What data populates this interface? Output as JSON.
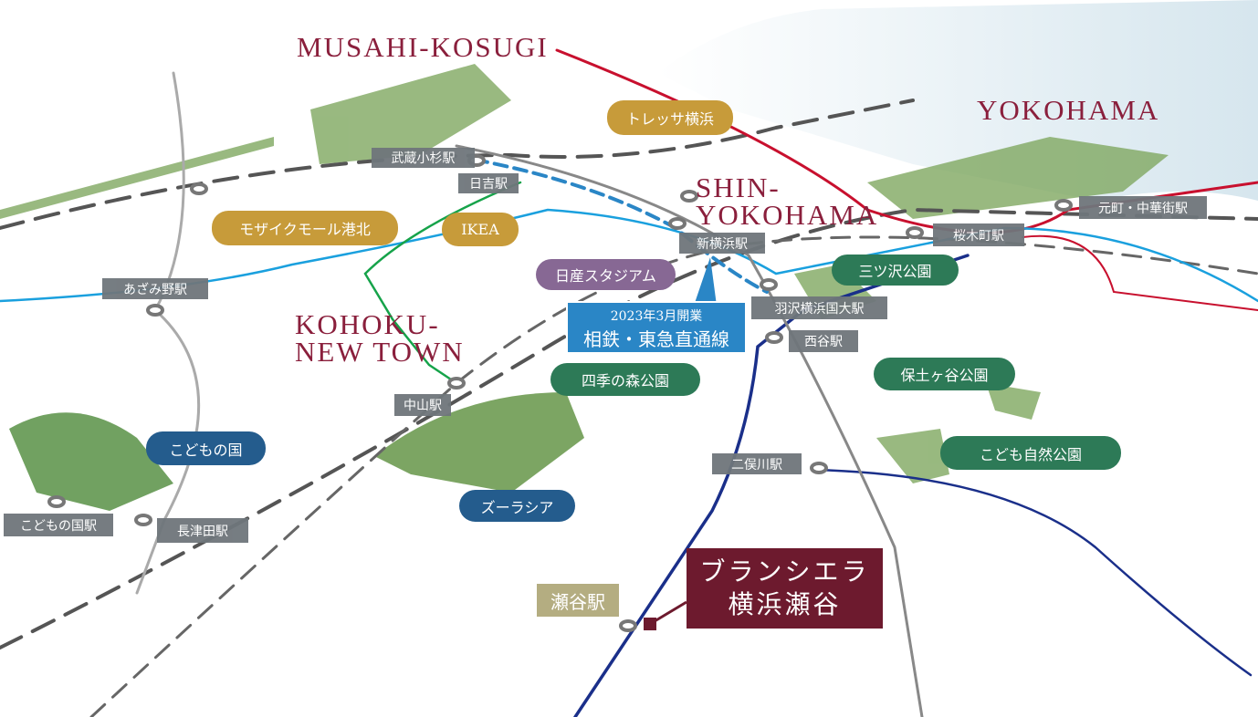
{
  "cities": {
    "musashi_kosugi": "MUSAHI-KOSUGI",
    "yokohama": "YOKOHAMA",
    "shin_yokohama_1": "SHIN-",
    "shin_yokohama_2": "YOKOHAMA",
    "kohoku_1": "KOHOKU-",
    "kohoku_2": "NEW TOWN"
  },
  "stations": {
    "musashikosugi": "武蔵小杉駅",
    "hiyoshi": "日吉駅",
    "shinyokohama": "新横浜駅",
    "hazawa": "羽沢横浜国大駅",
    "nishiya": "西谷駅",
    "sakuragicho": "桜木町駅",
    "motomachi": "元町・中華街駅",
    "azamino": "あざみ野駅",
    "nakayama": "中山駅",
    "futamatagawa": "二俣川駅",
    "kodomonokuni": "こどもの国駅",
    "nagatsuta": "長津田駅",
    "seya": "瀬谷駅"
  },
  "places": {
    "tressa": "トレッサ横浜",
    "mosaic": "モザイクモール港北",
    "ikea": "IKEA",
    "nissan": "日産スタジアム",
    "mitsuzawa": "三ツ沢公園",
    "hodogaya": "保土ヶ谷公園",
    "shikinomori": "四季の森公園",
    "kodomoshizen": "こども自然公園",
    "kodomonokuni": "こどもの国",
    "zoorasia": "ズーラシア"
  },
  "callout": {
    "line1": "2023年3月開業",
    "line2": "相鉄・東急直通線"
  },
  "property": {
    "line1": "ブランシエラ",
    "line2": "横浜瀬谷"
  }
}
